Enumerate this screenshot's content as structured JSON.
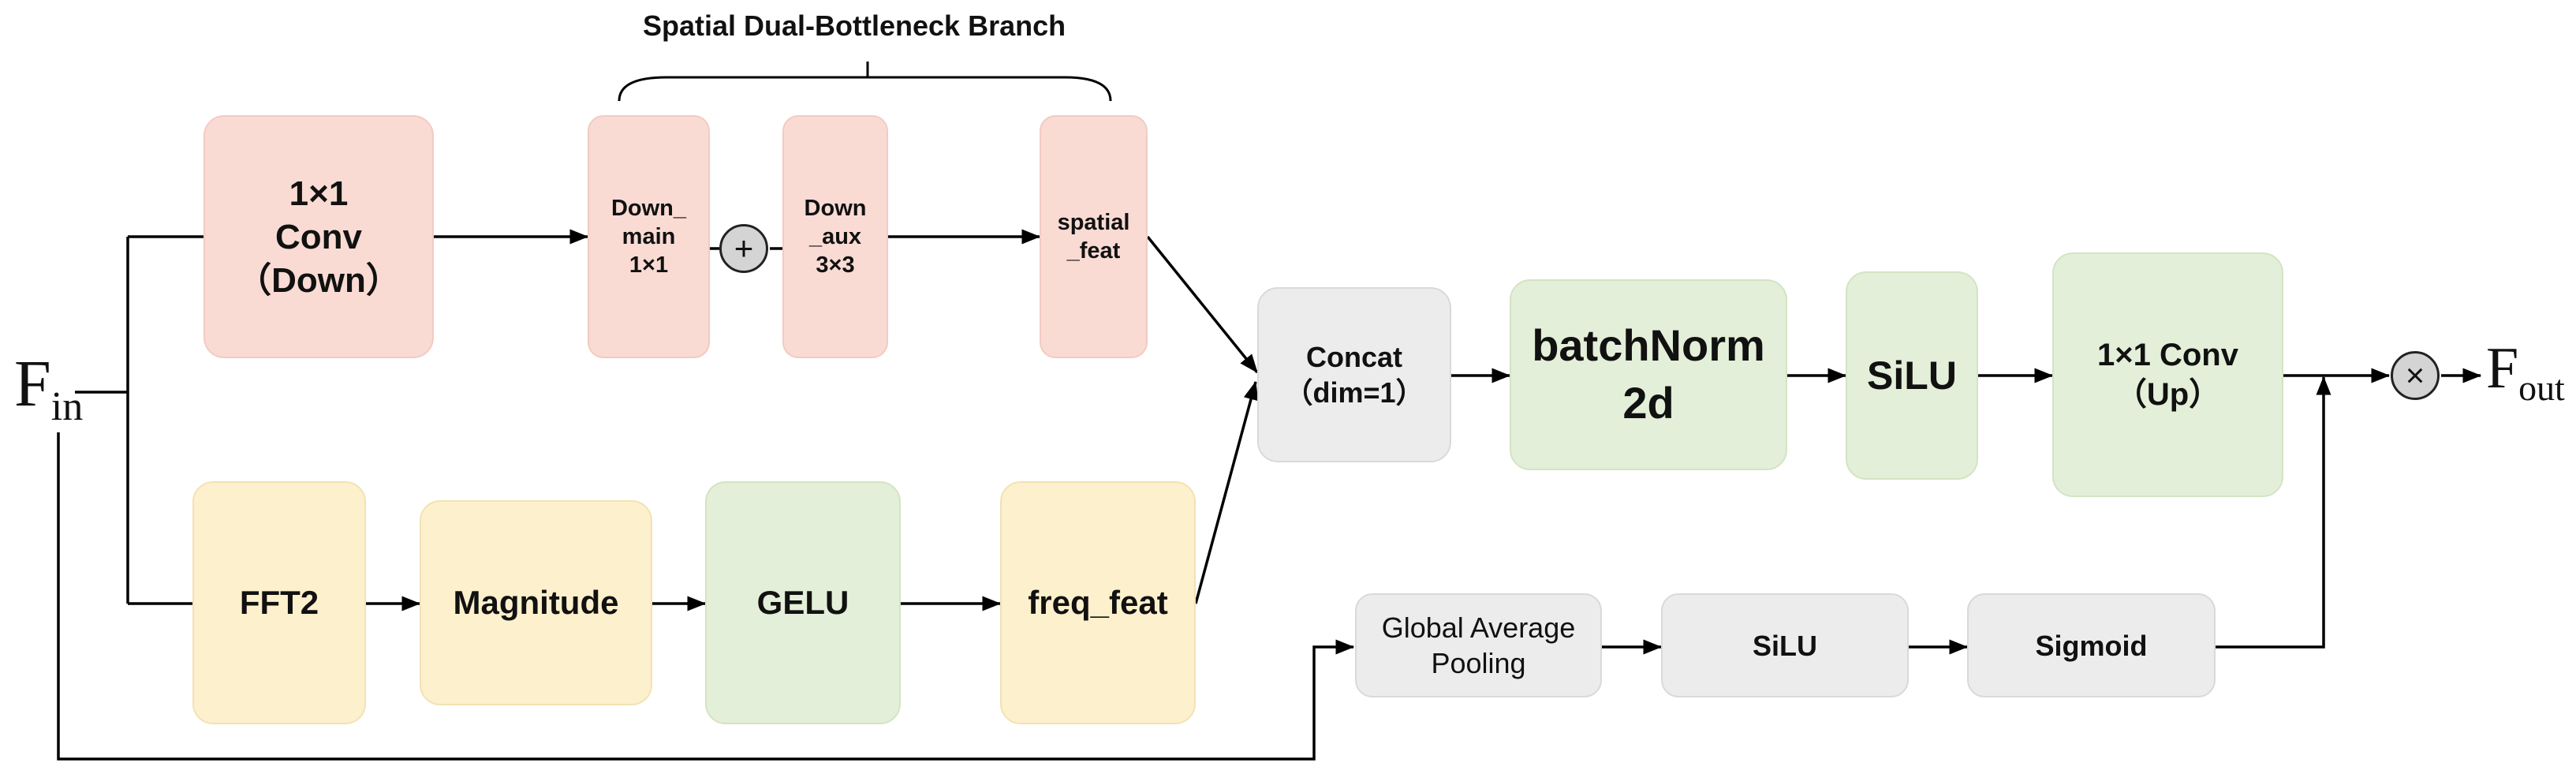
{
  "diagram": {
    "branch_title": "Spatial Dual-Bottleneck Branch",
    "input": {
      "main": "F",
      "sub": "in"
    },
    "output": {
      "main": "F",
      "sub": "out"
    },
    "operators": {
      "add": "+",
      "multiply": "×"
    },
    "blocks": {
      "conv_down": "1×1\nConv\n（Down）",
      "down_main": "Down_\nmain\n1×1",
      "down_aux": "Down\n_aux\n3×3",
      "spatial_feat": "spatial\n_feat",
      "fft2": "FFT2",
      "magnitude": "Magnitude",
      "gelu": "GELU",
      "freq_feat": "freq_feat",
      "concat": "Concat\n（dim=1）",
      "batchnorm": "batchNorm\n2d",
      "silu_main": "SiLU",
      "conv_up": "1×1 Conv\n（Up）",
      "gap": "Global Average\nPooling",
      "silu_gate": "SiLU",
      "sigmoid": "Sigmoid"
    },
    "colors": {
      "spatial": "#f9dbd4",
      "frequency": "#fdf0cc",
      "activation": "#e3efd8",
      "neutral": "#ececec",
      "line": "#000000"
    }
  }
}
